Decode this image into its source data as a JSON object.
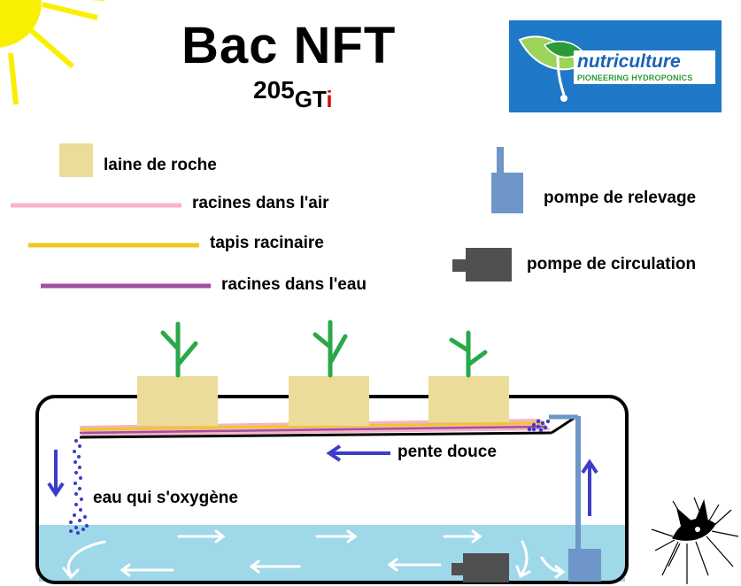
{
  "header": {
    "title": "Bac NFT",
    "subtitle_number": "205",
    "subtitle_gt": "GT",
    "subtitle_i": "i"
  },
  "logo": {
    "name": "nutriculture",
    "tagline": "PIONEERING HYDROPONICS"
  },
  "legend": {
    "rockwool": "laine de roche",
    "air_roots": "racines dans l'air",
    "root_mat": "tapis racinaire",
    "water_roots": "racines dans l'eau",
    "lift_pump": "pompe de relevage",
    "circulation_pump": "pompe de circulation"
  },
  "diagram": {
    "gentle_slope": "pente douce",
    "oxygenating_water": "eau qui s'oxygène"
  },
  "colors": {
    "rockwool": "#ebdc9a",
    "air_roots": "#f5b4c8",
    "root_mat": "#f0c81e",
    "water_roots": "#a050a0",
    "lift_pump": "#6e96c8",
    "circulation_pump": "#505050",
    "water": "#9fd8e8",
    "arrow": "#3c3cc8",
    "plant": "#2aa84a",
    "sun": "#f8f000"
  }
}
